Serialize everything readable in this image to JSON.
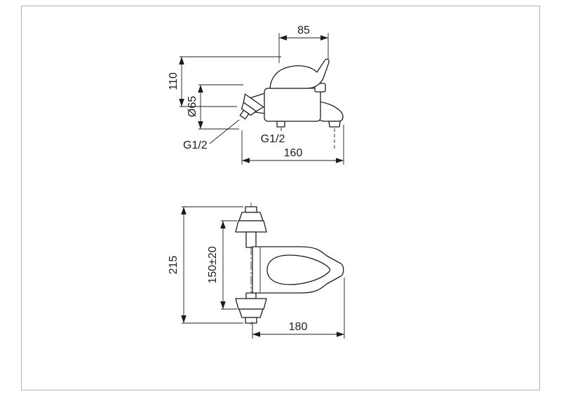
{
  "page": {
    "bg_color": "#ffffff",
    "frame_color": "#b0b0b0",
    "line_color": "#1c1c1c"
  },
  "side_view": {
    "dim_85": "85",
    "dim_110": "110",
    "dim_d65": "Ø65",
    "g12_inlet": "G1/2",
    "g12_outlet": "G1/2",
    "dim_160": "160"
  },
  "plan_view": {
    "dim_215": "215",
    "dim_150": "150±20",
    "dim_180": "180"
  }
}
